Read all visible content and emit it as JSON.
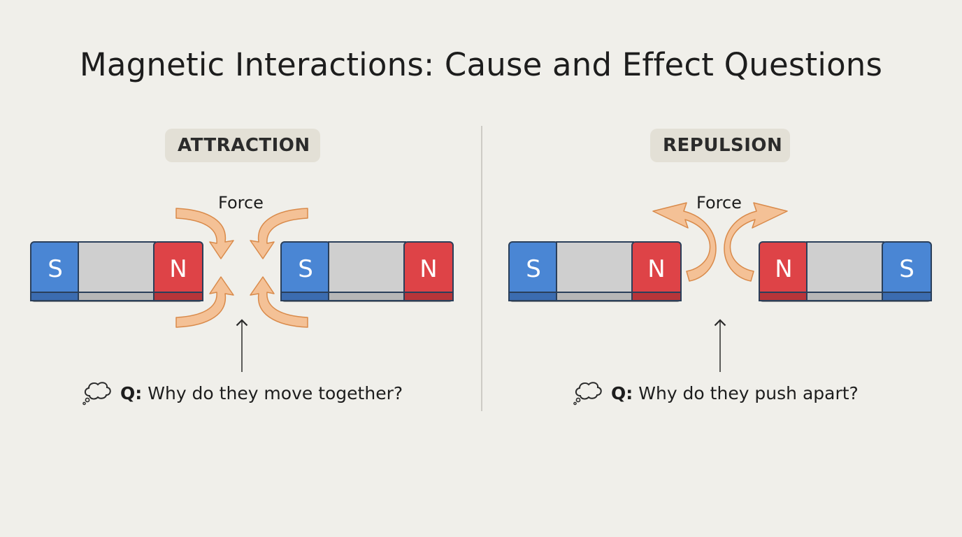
{
  "title": "Magnetic Interactions: Cause and Effect Questions",
  "colors": {
    "background": "#f0efea",
    "south_pole": "#4a86d4",
    "north_pole": "#de4347",
    "magnet_middle": "#cfcfcf",
    "force_arrow": "#f4c196",
    "badge": "#e3e0d6"
  },
  "panels": {
    "attraction": {
      "badge": "ATTRACTION",
      "force_label": "Force",
      "magnet_left": {
        "left_pole": "S",
        "right_pole": "N"
      },
      "magnet_right": {
        "left_pole": "S",
        "right_pole": "N"
      },
      "question_prefix": "Q:",
      "question_text": "Why do they move together?",
      "icon": "thought-bubble-icon"
    },
    "repulsion": {
      "badge": "REPULSION",
      "force_label": "Force",
      "magnet_left": {
        "left_pole": "S",
        "right_pole": "N"
      },
      "magnet_right": {
        "left_pole": "N",
        "right_pole": "S"
      },
      "question_prefix": "Q:",
      "question_text": "Why do they push apart?",
      "icon": "thought-bubble-icon"
    }
  }
}
